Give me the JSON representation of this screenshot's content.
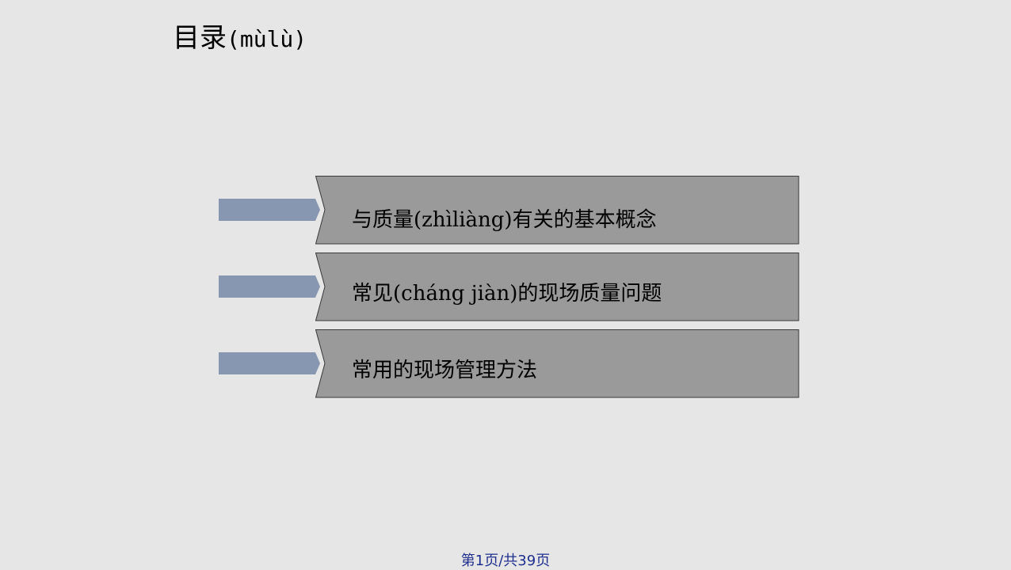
{
  "slide": {
    "title_main": "目录",
    "title_pinyin": "(mùlù)"
  },
  "toc": {
    "items": [
      {
        "label": "与质量(zhìliàng)有关的基本概念"
      },
      {
        "label": "常见(cháng jiàn)的现场质量问题"
      },
      {
        "label": "常用的现场管理方法"
      }
    ]
  },
  "footer": {
    "page_indicator": "第1页/共39页"
  },
  "colors": {
    "background": "#e6e6e6",
    "tab": "#8797b2",
    "box_fill": "#9a9a9a",
    "box_stroke": "#3a3a3a",
    "footer_text": "#1f2f8f"
  }
}
